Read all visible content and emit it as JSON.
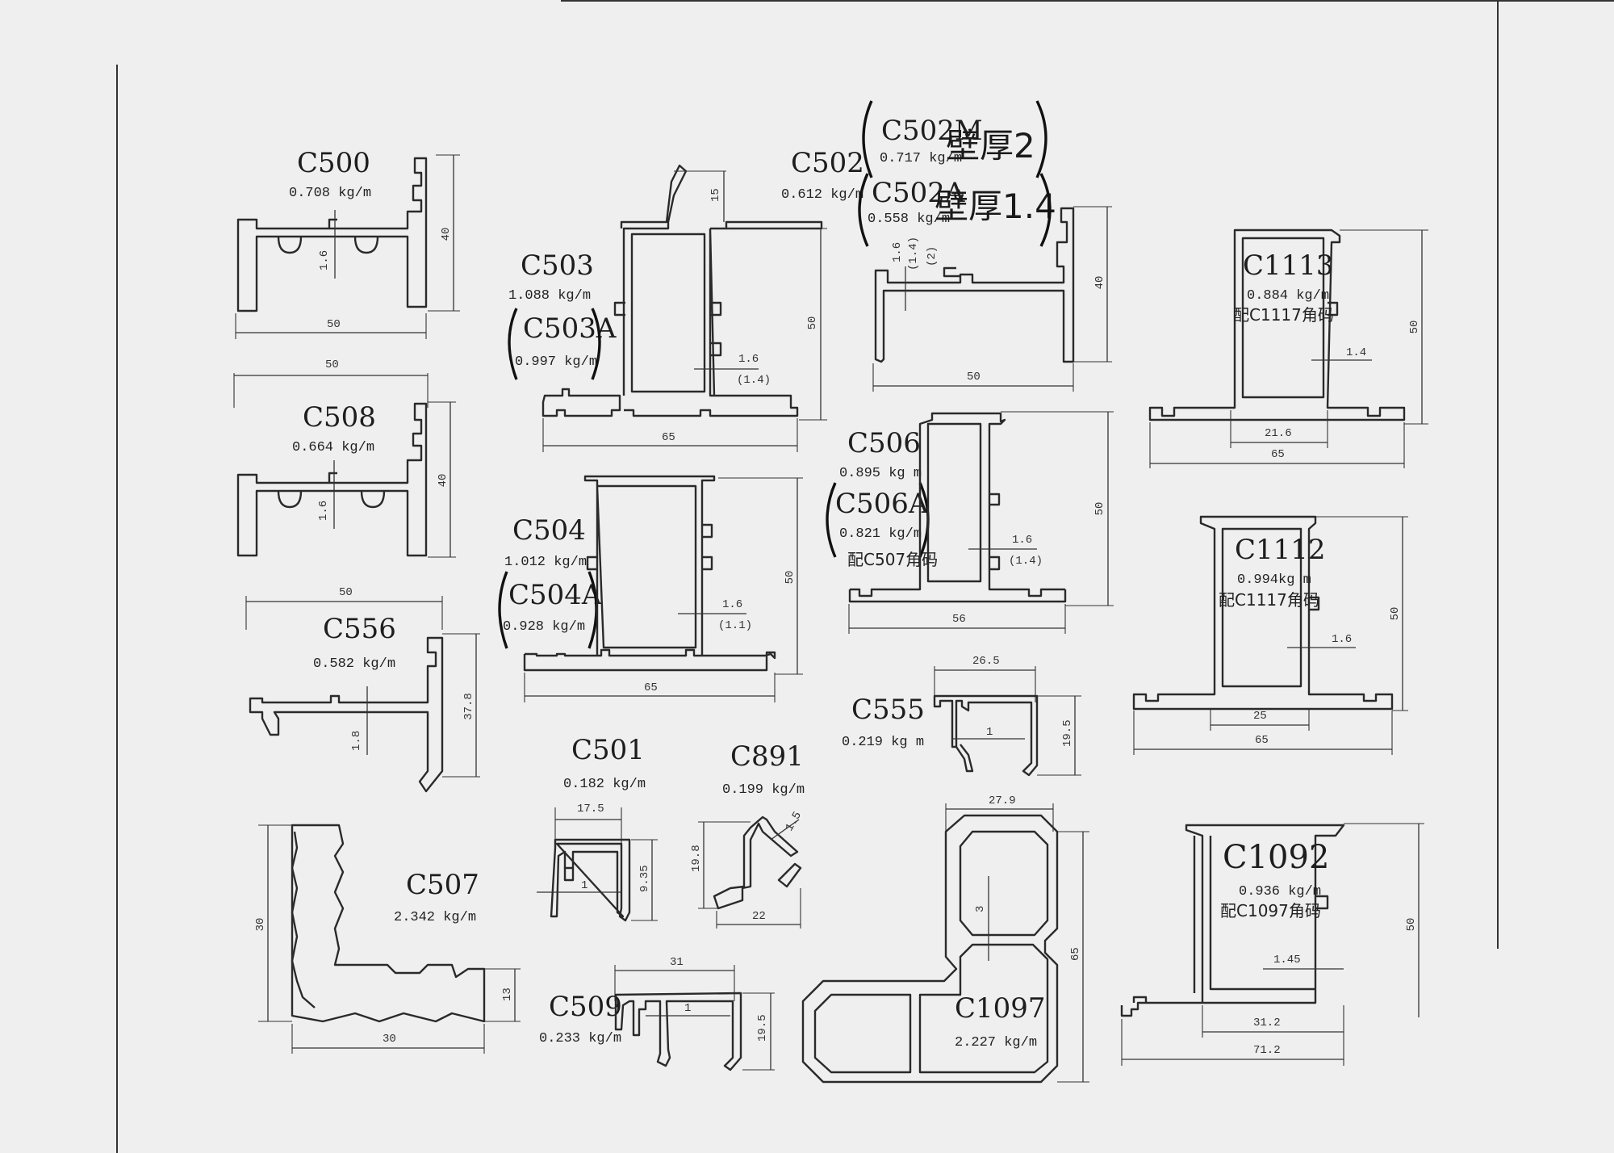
{
  "profiles": {
    "c500": {
      "code": "C500",
      "weight": "0.708 kg/m",
      "d_w": "50",
      "d_h": "40",
      "d_t": "1.6"
    },
    "c508": {
      "code": "C508",
      "weight": "0.664 kg/m",
      "d_w": "50",
      "d_h": "40",
      "d_t": "1.6"
    },
    "c556": {
      "code": "C556",
      "weight": "0.582 kg/m",
      "d_w": "50",
      "d_h": "37.8",
      "d_t": "1.8"
    },
    "c507": {
      "code": "C507",
      "weight": "2.342 kg/m",
      "d_h": "30",
      "d_w": "30",
      "d_s": "13"
    },
    "c503": {
      "code": "C503",
      "weight": "1.088 kg/m",
      "alt_code": "C503A",
      "alt_weight": "0.997 kg/m",
      "d_w": "65",
      "d_h": "50",
      "d_top": "15",
      "d_t": "1.6",
      "d_t2": "(1.4)"
    },
    "c504": {
      "code": "C504",
      "weight": "1.012 kg/m",
      "alt_code": "C504A",
      "alt_weight": "0.928 kg/m",
      "d_w": "65",
      "d_h": "50",
      "d_t": "1.6",
      "d_t2": "(1.1)"
    },
    "c501": {
      "code": "C501",
      "weight": "0.182 kg/m",
      "d_w": "17.5",
      "d_h": "9.35",
      "d_t": "1"
    },
    "c891": {
      "code": "C891",
      "weight": "0.199 kg/m",
      "d_h": "19.8",
      "d_w": "22",
      "d_t": "1.5"
    },
    "c509": {
      "code": "C509",
      "weight": "0.233 kg/m",
      "d_w": "31",
      "d_h": "19.5",
      "d_t": "1"
    },
    "c502": {
      "code": "C502",
      "weight": "0.612 kg/m",
      "m_code": "C502M",
      "m_weight": "0.717 kg/m",
      "m_note": "壁厚2",
      "a_code": "C502A",
      "a_weight": "0.558 kg/m",
      "a_note": "壁厚1.4",
      "d_t": "1.6",
      "d_t2": "(1.4)",
      "d_t3": "(2)",
      "d_w": "50",
      "d_h": "40"
    },
    "c506": {
      "code": "C506",
      "weight": "0.895 kg m",
      "alt_code": "C506A",
      "alt_weight": "0.821 kg/m",
      "note": "配C507角码",
      "d_w": "56",
      "d_h": "50",
      "d_t": "1.6",
      "d_t2": "(1.4)"
    },
    "c555": {
      "code": "C555",
      "weight": "0.219 kg m",
      "d_w": "26.5",
      "d_h": "19.5",
      "d_t": "1"
    },
    "c1097": {
      "code": "C1097",
      "weight": "2.227 kg/m",
      "d_w": "27.9",
      "d_h": "65",
      "d_t": "3"
    },
    "c1113": {
      "code": "C1113",
      "weight": "0.884 kg/m",
      "note": "配C1117角码",
      "d_h": "50",
      "d_t": "1.4",
      "d_in": "21.6",
      "d_w": "65"
    },
    "c1112": {
      "code": "C1112",
      "weight": "0.994kg m",
      "note": "配C1117角码",
      "d_h": "50",
      "d_t": "1.6",
      "d_in": "25",
      "d_w": "65"
    },
    "c1092": {
      "code": "C1092",
      "weight": "0.936 kg/m",
      "note": "配C1097角码",
      "d_h": "50",
      "d_t": "1.45",
      "d_in": "31.2",
      "d_w": "71.2"
    }
  },
  "colors": {
    "background": "#efefef",
    "line": "#2a2a2a"
  }
}
